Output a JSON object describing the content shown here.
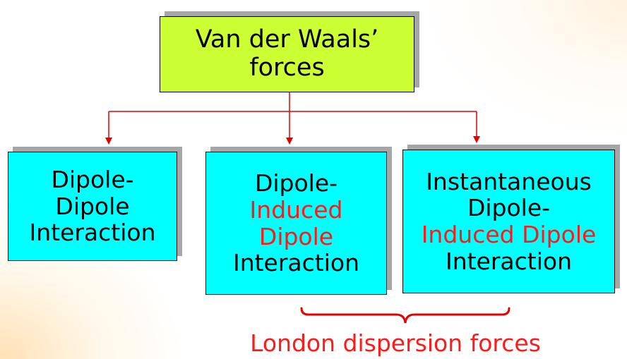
{
  "root": {
    "line1": "Van der Waals’",
    "line2": "forces"
  },
  "children": [
    {
      "lines": [
        "Dipole-",
        "Dipole",
        "Interaction"
      ]
    },
    {
      "line1": "Dipole-",
      "line2": "Induced",
      "line3": "Dipole",
      "line4": "Interaction"
    },
    {
      "line1": "Instantaneous",
      "line2": "Dipole-",
      "line3": "Induced Dipole",
      "line4": "Interaction"
    }
  ],
  "brace_label": "London dispersion forces",
  "colors": {
    "root_fill": "#ccff33",
    "child_fill": "#00ffff",
    "accent_red": "#ff1a1a",
    "shadow": "#a6a6a6"
  }
}
